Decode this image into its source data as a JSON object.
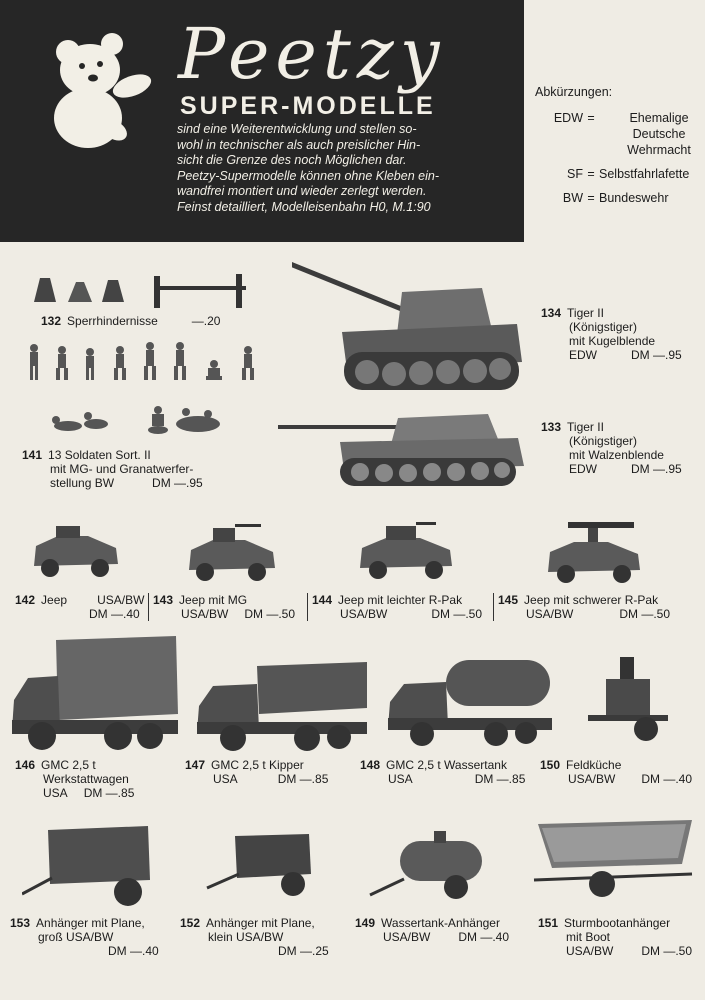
{
  "header": {
    "brand": "Peetzy",
    "subbrand": "SUPER-MODELLE",
    "blurb": [
      "sind eine Weiterentwicklung und stellen so-",
      "wohl in technischer als auch preislicher Hin-",
      "sicht die Grenze des noch Möglichen dar.",
      "Peetzy-Supermodelle können ohne Kleben ein-",
      "wandfrei montiert und wieder zerlegt werden.",
      "Feinst detailliert, Modelleisenbahn H0, M.1:90"
    ]
  },
  "abbreviations": {
    "title": "Abkürzungen:",
    "edw_key": "EDW",
    "edw_lines": [
      "Ehemalige",
      "Deutsche",
      "Wehrmacht"
    ],
    "sf_key": "SF",
    "sf_val": "Selbstfahrlafette",
    "bw_key": "BW",
    "bw_val": "Bundeswehr",
    "eq": "="
  },
  "items": {
    "i132": {
      "num": "132",
      "line1": "Sperrhindernisse",
      "price": "—.20"
    },
    "i141": {
      "num": "141",
      "line1": "13 Soldaten Sort. II",
      "line2": "mit MG- und Granatwerfer-",
      "line3": "stellung BW",
      "price": "DM —.95"
    },
    "i134": {
      "num": "134",
      "line1": "Tiger II",
      "line2": "(Königstiger)",
      "line3": "mit Kugelblende",
      "line4": "EDW",
      "price": "DM —.95"
    },
    "i133": {
      "num": "133",
      "line1": "Tiger II",
      "line2": "(Königstiger)",
      "line3": "mit Walzenblende",
      "line4": "EDW",
      "price": "DM —.95"
    },
    "i142": {
      "num": "142",
      "line1": "Jeep",
      "origin": "USA/BW",
      "price": "DM —.40"
    },
    "i143": {
      "num": "143",
      "line1": "Jeep mit MG",
      "origin": "USA/BW",
      "price": "DM —.50"
    },
    "i144": {
      "num": "144",
      "line1": "Jeep mit leichter R-Pak",
      "origin": "USA/BW",
      "price": "DM —.50"
    },
    "i145": {
      "num": "145",
      "line1": "Jeep mit schwerer R-Pak",
      "origin": "USA/BW",
      "price": "DM —.50"
    },
    "i146": {
      "num": "146",
      "line1": "GMC 2,5 t",
      "line2": "Werkstattwagen",
      "origin": "USA",
      "price": "DM —.85"
    },
    "i147": {
      "num": "147",
      "line1": "GMC 2,5 t Kipper",
      "origin": "USA",
      "price": "DM —.85"
    },
    "i148": {
      "num": "148",
      "line1": "GMC 2,5 t Wassertank",
      "origin": "USA",
      "price": "DM —.85"
    },
    "i150": {
      "num": "150",
      "line1": "Feldküche",
      "origin": "USA/BW",
      "price": "DM —.40"
    },
    "i153": {
      "num": "153",
      "line1": "Anhänger mit Plane,",
      "line2": "groß USA/BW",
      "price": "DM —.40"
    },
    "i152": {
      "num": "152",
      "line1": "Anhänger mit Plane,",
      "line2": "klein USA/BW",
      "price": "DM —.25"
    },
    "i149": {
      "num": "149",
      "line1": "Wassertank-Anhänger",
      "origin": "USA/BW",
      "price": "DM —.40"
    },
    "i151": {
      "num": "151",
      "line1": "Sturmbootanhänger",
      "line2": "mit Boot",
      "origin": "USA/BW",
      "price": "DM —.50"
    }
  }
}
